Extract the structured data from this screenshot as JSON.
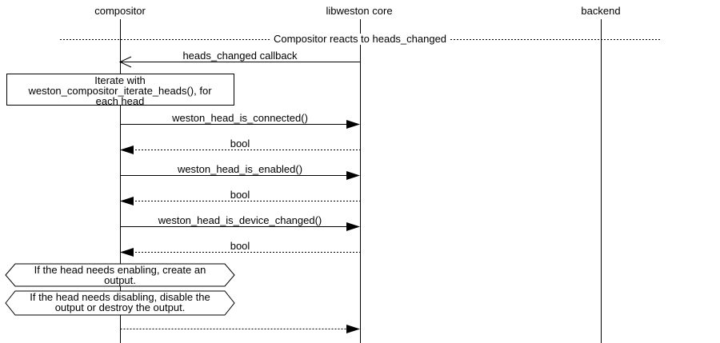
{
  "diagram": {
    "type": "sequence-diagram",
    "section_title": "Compositor reacts to heads_changed",
    "participants": [
      {
        "label": "compositor"
      },
      {
        "label": "libweston core"
      },
      {
        "label": "backend"
      }
    ],
    "messages": [
      {
        "label": "heads_changed callback",
        "from": "libweston core",
        "to": "compositor",
        "line_style": "solid",
        "arrowhead": "open"
      },
      {
        "label": "weston_head_is_connected()",
        "from": "compositor",
        "to": "libweston core",
        "line_style": "solid",
        "arrowhead": "filled"
      },
      {
        "label": "bool",
        "from": "libweston core",
        "to": "compositor",
        "line_style": "dotted",
        "arrowhead": "filled"
      },
      {
        "label": "weston_head_is_enabled()",
        "from": "compositor",
        "to": "libweston core",
        "line_style": "solid",
        "arrowhead": "filled"
      },
      {
        "label": "bool",
        "from": "libweston core",
        "to": "compositor",
        "line_style": "dotted",
        "arrowhead": "filled"
      },
      {
        "label": "weston_head_is_device_changed()",
        "from": "compositor",
        "to": "libweston core",
        "line_style": "solid",
        "arrowhead": "filled"
      },
      {
        "label": "bool",
        "from": "libweston core",
        "to": "compositor",
        "line_style": "dotted",
        "arrowhead": "filled"
      },
      {
        "label": "",
        "from": "compositor",
        "to": "libweston core",
        "line_style": "dotted",
        "arrowhead": "filled"
      }
    ],
    "notes": [
      {
        "shape": "rectangle",
        "lines": [
          "Iterate with",
          "weston_compositor_iterate_heads(), for",
          "each head"
        ]
      },
      {
        "shape": "angular",
        "lines": [
          "If the head needs enabling, create an",
          "output."
        ]
      },
      {
        "shape": "angular",
        "lines": [
          "If the head needs disabling, disable the",
          "output or destroy the output."
        ]
      }
    ],
    "colors": {
      "background": "#ffffff",
      "line": "#000000",
      "text": "#000000"
    }
  }
}
